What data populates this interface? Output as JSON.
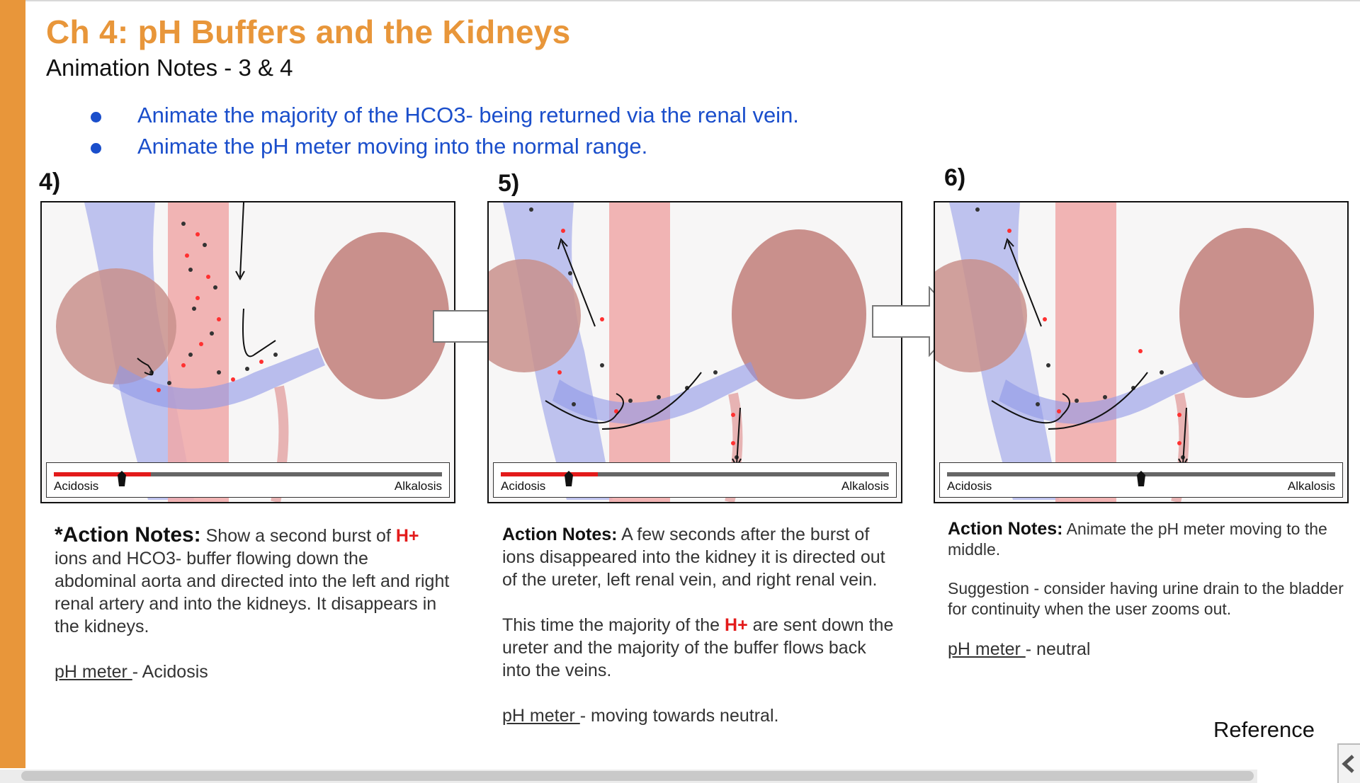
{
  "header": {
    "title": "Ch 4: pH Buffers and the Kidneys",
    "subtitle": "Animation Notes - 3 & 4"
  },
  "bullets": [
    "Animate the majority of the HCO3- being returned via the renal vein.",
    "Animate the pH meter moving  into the normal range."
  ],
  "panels": [
    {
      "step": "4)",
      "meter": {
        "left_label": "Acidosis",
        "right_label": "Alkalosis",
        "red_fill_fraction": 0.25,
        "needle_fraction": 0.175
      }
    },
    {
      "step": "5)",
      "meter": {
        "left_label": "Acidosis",
        "right_label": "Alkalosis",
        "red_fill_fraction": 0.25,
        "needle_fraction": 0.175
      }
    },
    {
      "step": "6)",
      "meter": {
        "left_label": "Acidosis",
        "right_label": "Alkalosis",
        "red_fill_fraction": 0,
        "needle_fraction": 0.5
      }
    }
  ],
  "notes": {
    "n4": {
      "head": "*Action Notes:",
      "t1": " Show a second burst of ",
      "hplus": "H+",
      "t2": " ions and HCO3- buffer flowing down the abdominal aorta and directed into the left and right renal artery and into the kidneys.  It disappears in the kidneys.",
      "meter_link": "pH meter ",
      "meter_value": "- Acidosis"
    },
    "n5": {
      "head": "Action Notes:",
      "t1": "   A few seconds after the burst of ions disappeared into the kidney it is directed out of the ureter, left renal vein, and right renal vein.",
      "t2a": "This time the majority of the ",
      "hplus": "H+",
      "t2b": " are sent down the ureter and the majority of the buffer flows back into the veins.",
      "meter_link": "pH meter ",
      "meter_value": "- moving towards neutral."
    },
    "n6": {
      "head": "Action Notes:",
      "t1": "   Animate the pH meter moving to the middle.",
      "t2": "Suggestion - consider having urine drain to the bladder for continuity when the user zooms out.",
      "meter_link": "pH meter ",
      "meter_value": "- neutral"
    }
  },
  "reference": "Reference",
  "colors": {
    "accent_orange": "#e8963a",
    "bullet_blue": "#1a4ecb",
    "hplus_red": "#e31b1b",
    "vein_blue": "#8f97e8",
    "aorta_red": "#f0a8a8",
    "kidney": "#c9908c"
  }
}
